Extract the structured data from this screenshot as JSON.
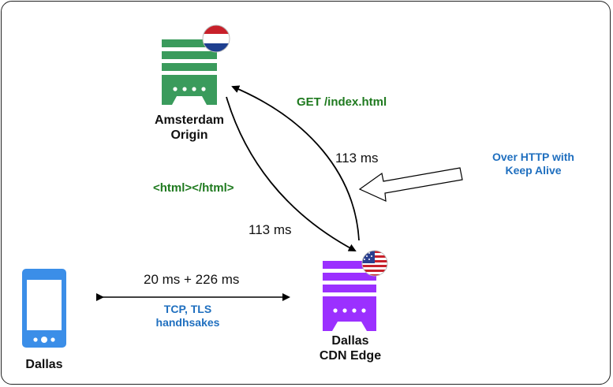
{
  "nodes": {
    "origin": {
      "line1": "Amsterdam",
      "line2": "Origin",
      "server_color": "#3a9b5c",
      "flag": "netherlands-flag-icon"
    },
    "edge": {
      "line1": "Dallas",
      "line2": "CDN Edge",
      "server_color": "#9b30ff",
      "flag": "usa-flag-icon"
    },
    "client": {
      "label": "Dallas",
      "device_color": "#3b8ee8"
    }
  },
  "edges": {
    "request": {
      "label": "GET /index.html",
      "latency": "113 ms"
    },
    "response": {
      "label": "<html></html>",
      "latency": "113 ms"
    },
    "client_link": {
      "latency": "20 ms + 226 ms",
      "note_line1": "TCP, TLS",
      "note_line2": "handhsakes"
    }
  },
  "callout": {
    "line1": "Over HTTP with",
    "line2": "Keep Alive"
  },
  "colors": {
    "accent_green": "#1f7a1f",
    "accent_blue": "#1f6fbf"
  }
}
